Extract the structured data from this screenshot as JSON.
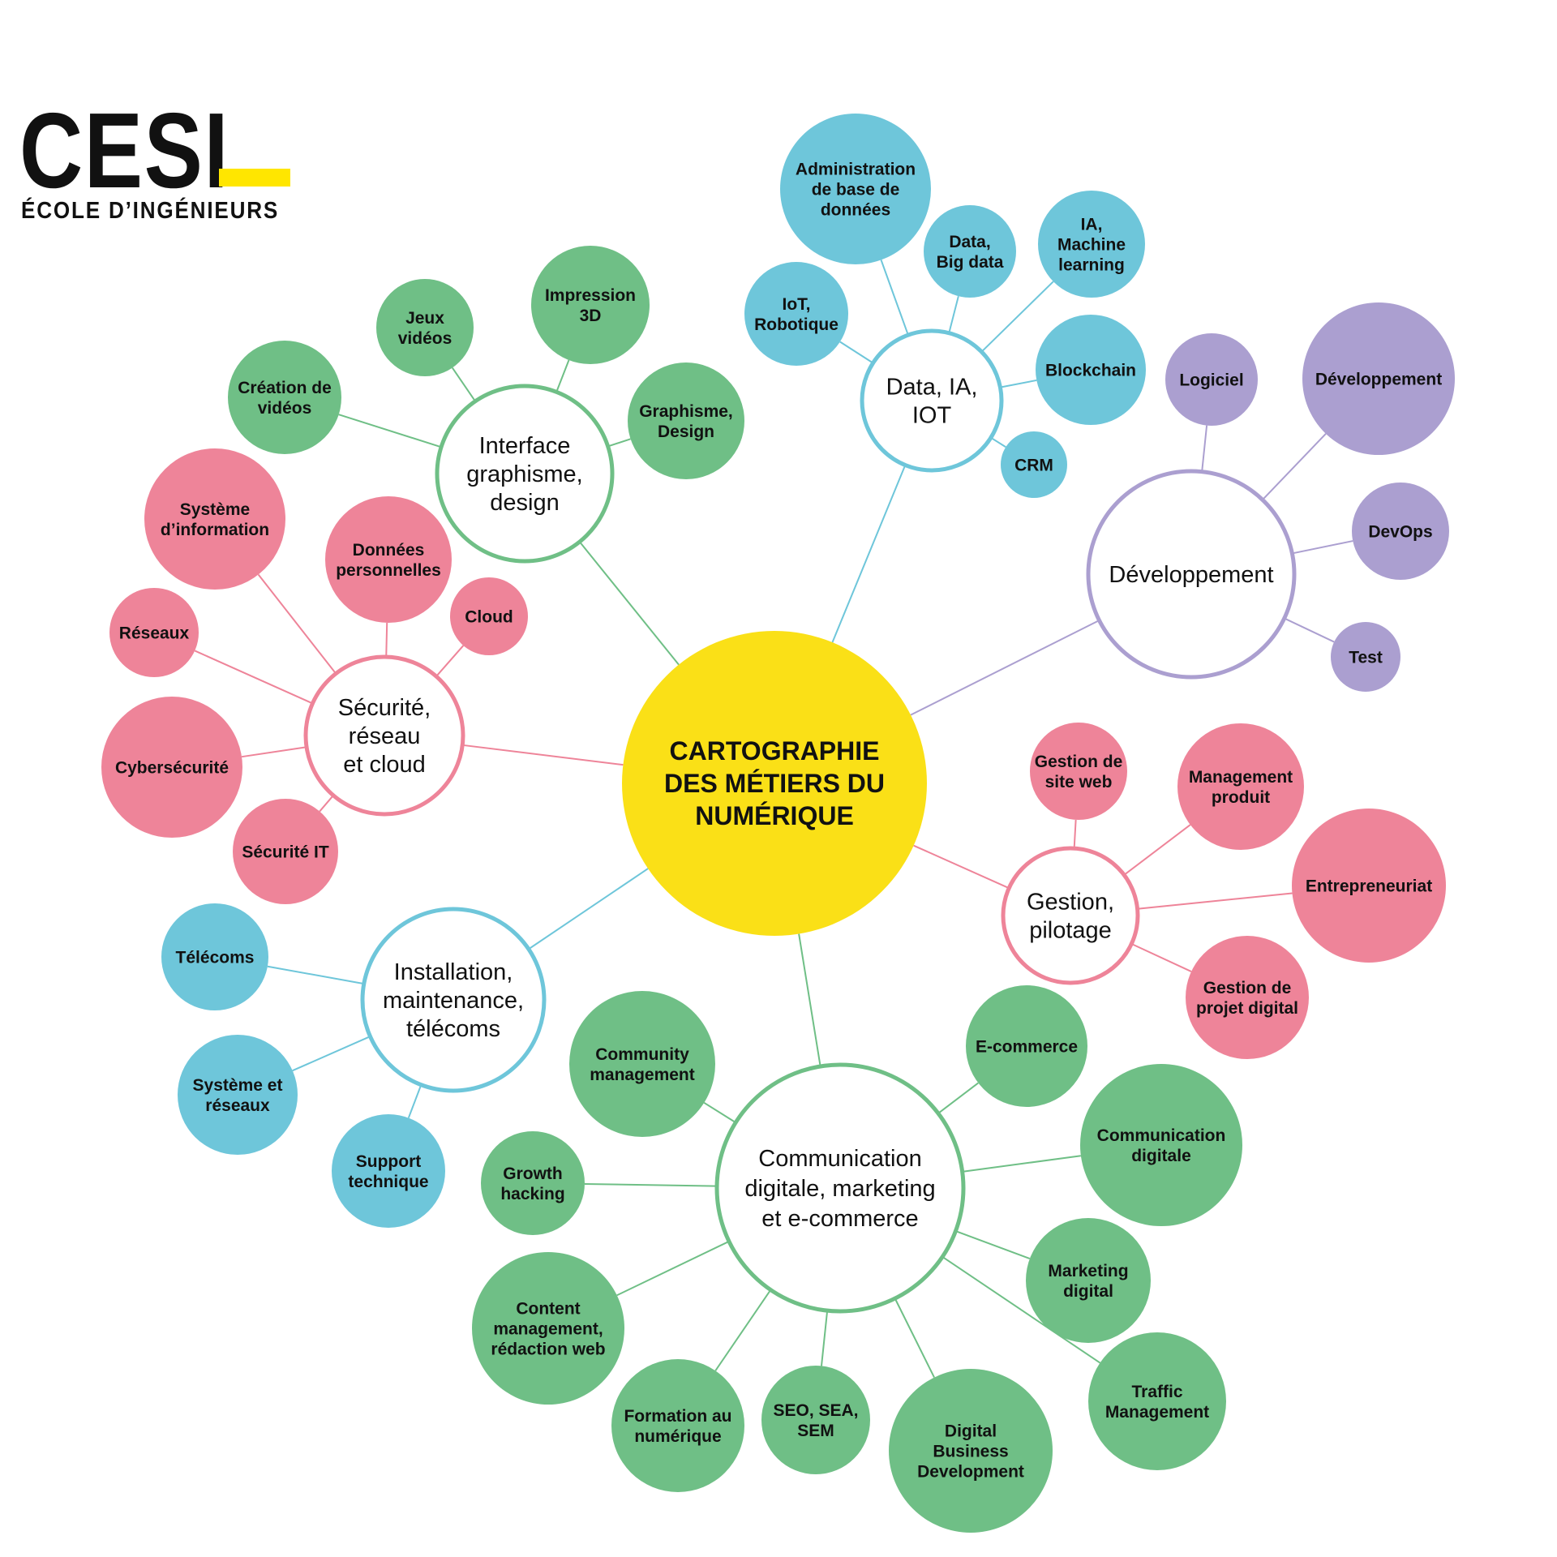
{
  "logo": {
    "name": "CESI",
    "subtitle": "ÉCOLE D’INGÉNIEURS"
  },
  "colors": {
    "center": "#fae017",
    "green": "#6fbf86",
    "blue": "#6ec6da",
    "pink": "#ee8499",
    "purple": "#ab9fd0",
    "text": "#111111"
  },
  "center": {
    "lines": [
      "CARTOGRAPHIE",
      "DES MÉTIERS DU",
      "NUMÉRIQUE"
    ]
  },
  "categories": [
    {
      "id": "interface",
      "color": "green",
      "lines": [
        "Interface",
        "graphisme,",
        "design"
      ],
      "items": [
        {
          "lines": [
            "Création de",
            "vidéos"
          ]
        },
        {
          "lines": [
            "Jeux",
            "vidéos"
          ]
        },
        {
          "lines": [
            "Impression",
            "3D"
          ]
        },
        {
          "lines": [
            "Graphisme,",
            "Design"
          ]
        }
      ]
    },
    {
      "id": "data",
      "color": "blue",
      "lines": [
        "Data, IA,",
        "IOT"
      ],
      "items": [
        {
          "lines": [
            "Administration",
            "de base de",
            "données"
          ]
        },
        {
          "lines": [
            "Data,",
            "Big data"
          ]
        },
        {
          "lines": [
            "IA,",
            "Machine",
            "learning"
          ]
        },
        {
          "lines": [
            "IoT,",
            "Robotique"
          ]
        },
        {
          "lines": [
            "Blockchain"
          ]
        },
        {
          "lines": [
            "CRM"
          ]
        }
      ]
    },
    {
      "id": "dev",
      "color": "purple",
      "lines": [
        "Développement"
      ],
      "items": [
        {
          "lines": [
            "Logiciel"
          ]
        },
        {
          "lines": [
            "Développement"
          ]
        },
        {
          "lines": [
            "DevOps"
          ]
        },
        {
          "lines": [
            "Test"
          ]
        }
      ]
    },
    {
      "id": "securite",
      "color": "pink",
      "lines": [
        "Sécurité,",
        "réseau",
        "et cloud"
      ],
      "items": [
        {
          "lines": [
            "Système",
            "d’information"
          ]
        },
        {
          "lines": [
            "Données",
            "personnelles"
          ]
        },
        {
          "lines": [
            "Cloud"
          ]
        },
        {
          "lines": [
            "Réseaux"
          ]
        },
        {
          "lines": [
            "Cybersécurité"
          ]
        },
        {
          "lines": [
            "Sécurité IT"
          ]
        }
      ]
    },
    {
      "id": "gestion",
      "color": "pink",
      "lines": [
        "Gestion,",
        "pilotage"
      ],
      "items": [
        {
          "lines": [
            "Gestion de",
            "site web"
          ]
        },
        {
          "lines": [
            "Management",
            "produit"
          ]
        },
        {
          "lines": [
            "Entrepreneuriat"
          ]
        },
        {
          "lines": [
            "Gestion de",
            "projet digital"
          ]
        }
      ]
    },
    {
      "id": "installation",
      "color": "blue",
      "lines": [
        "Installation,",
        "maintenance,",
        "télécoms"
      ],
      "items": [
        {
          "lines": [
            "Télécoms"
          ]
        },
        {
          "lines": [
            "Système et",
            "réseaux"
          ]
        },
        {
          "lines": [
            "Support",
            "technique"
          ]
        }
      ]
    },
    {
      "id": "communication",
      "color": "green",
      "lines": [
        "Communication",
        "digitale, marketing",
        "et e-commerce"
      ],
      "items": [
        {
          "lines": [
            "Community",
            "management"
          ]
        },
        {
          "lines": [
            "E-commerce"
          ]
        },
        {
          "lines": [
            "Communication",
            "digitale"
          ]
        },
        {
          "lines": [
            "Growth",
            "hacking"
          ]
        },
        {
          "lines": [
            "Marketing",
            "digital"
          ]
        },
        {
          "lines": [
            "Content",
            "management,",
            "rédaction web"
          ]
        },
        {
          "lines": [
            "Traffic",
            "Management"
          ]
        },
        {
          "lines": [
            "Formation au",
            "numérique"
          ]
        },
        {
          "lines": [
            "SEO, SEA,",
            "SEM"
          ]
        },
        {
          "lines": [
            "Digital",
            "Business",
            "Development"
          ]
        }
      ]
    }
  ]
}
